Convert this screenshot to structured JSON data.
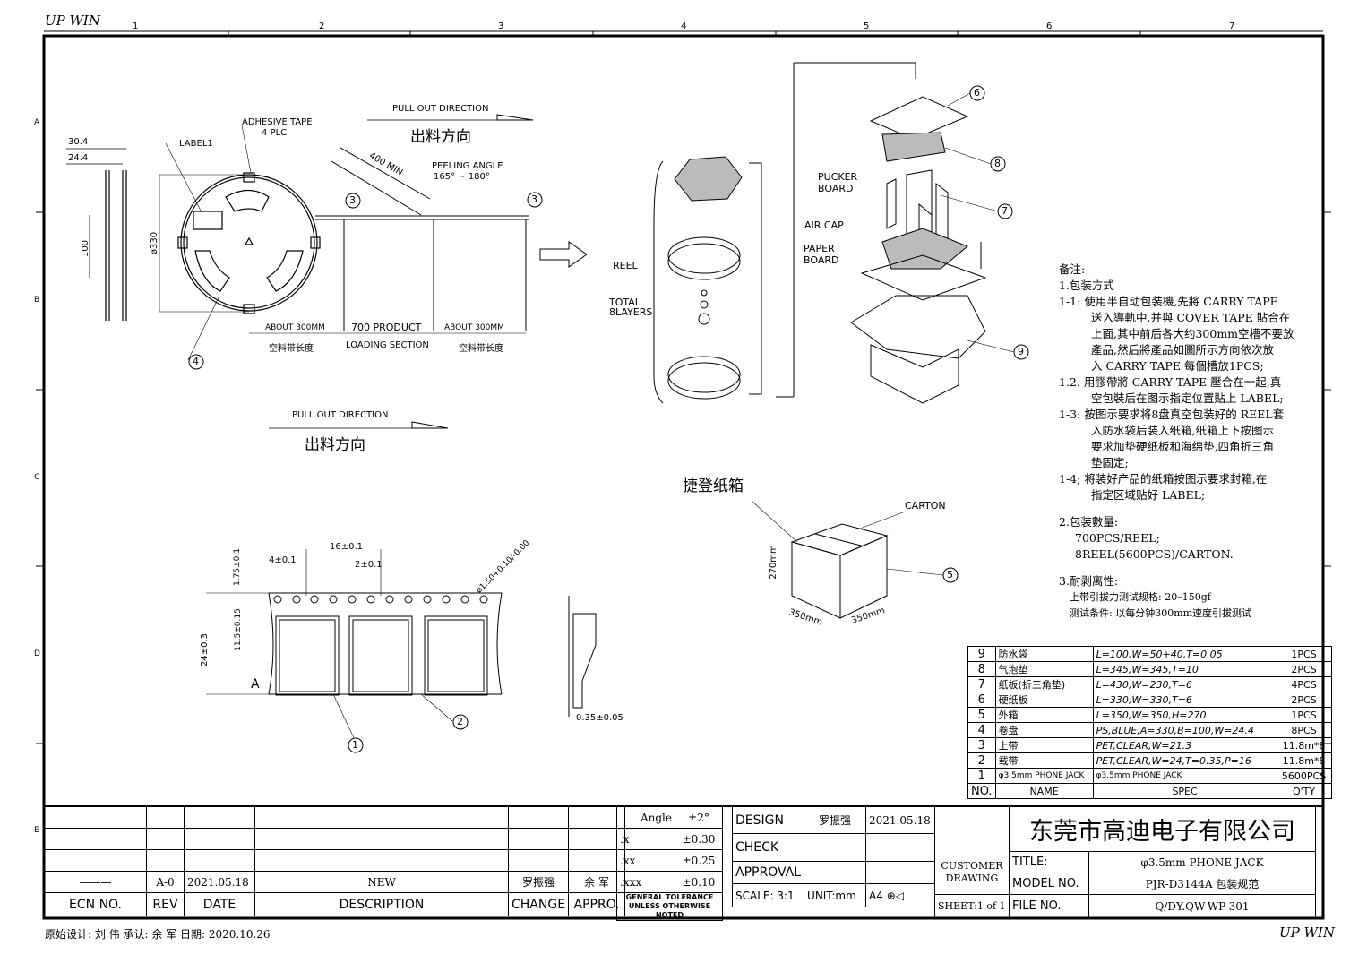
{
  "corner_text": {
    "top_left": "UP WIN",
    "bottom_right": "UP WIN"
  },
  "grid": {
    "columns": [
      "1",
      "2",
      "3",
      "4",
      "5",
      "6",
      "7"
    ],
    "rows": [
      "A",
      "B",
      "C",
      "D",
      "E"
    ]
  },
  "reel": {
    "adhesive_tape": "ADHESIVE TAPE",
    "adhesive_plc": "4 PLC",
    "label1": "LABEL1",
    "dim_30_4": "30.4",
    "dim_24_4": "24.4",
    "dim_100": "100",
    "dim_330": "ø330",
    "pull_out": "PULL OUT DIRECTION",
    "pull_out_cn": "出料方向",
    "peeling": "PEELING ANGLE",
    "peeling_range": "165° ~ 180°",
    "min400": "400 MIN",
    "about300": "ABOUT 300MM",
    "product700": "700 PRODUCT",
    "empty_len": "空料带长度",
    "loading": "LOADING SECTION"
  },
  "callouts": {
    "c1": "1",
    "c2": "2",
    "c3": "3",
    "c4": "4",
    "c5": "5",
    "c6": "6",
    "c7": "7",
    "c8": "8",
    "c9": "9"
  },
  "stack": {
    "reel": "REEL",
    "total": "TOTAL",
    "layers": "8LAYERS",
    "pucker": "PUCKER",
    "board": "BOARD",
    "air_cap": "AIR CAP",
    "paper": "PAPER",
    "paper_board": "BOARD"
  },
  "carton": {
    "title": "捷登纸箱",
    "label": "CARTON",
    "h": "270mm",
    "w1": "350mm",
    "w2": "350mm"
  },
  "tape": {
    "d16": "16±0.1",
    "d4": "4±0.1",
    "d2": "2±0.1",
    "d175": "1.75±0.1",
    "d115": "11.5±0.15",
    "d24": "24±0.3",
    "dhole": "ø1.50+0.10/-0.00",
    "sec_a": "A",
    "thick": "0.35±0.05"
  },
  "notes": [
    "备注:",
    "1.包装方式",
    "1-1: 使用半自动包装機,先將 CARRY TAPE",
    "      送入導軌中,并與 COVER TAPE 貼合在",
    "      上面,其中前后各大约300mm空槽不要放",
    "      產品,然后將產品如圖所示方向依次放",
    "      入 CARRY TAPE 每個槽放1PCS;",
    "1.2. 用膠帶將 CARRY TAPE 壓合在一起,真",
    "      空包裝后在图示指定位置貼上 LABEL;",
    "1-3: 按图示要求将8盘真空包装好的 REEL套",
    "      入防水袋后装入纸箱,纸箱上下按图示",
    "      要求加垫硬纸板和海绵垫,四角折三角",
    "      垫固定;",
    "1-4; 将装好产品的纸箱按图示要求封箱,在",
    "      指定区域贴好 LABEL;",
    "",
    "2.包装數量:",
    "   700PCS/REEL;",
    "   8REEL(5600PCS)/CARTON.",
    "",
    "3.耐剥离性:",
    "  上带引拔力测试规格: 20–150gf",
    "  测试条件: 以每分钟300mm速度引拔测试"
  ],
  "bom": [
    {
      "no": "9",
      "name": "防水袋",
      "spec": "L=100,W=50+40,T=0.05",
      "qty": "1PCS"
    },
    {
      "no": "8",
      "name": "气泡垫",
      "spec": "L=345,W=345,T=10",
      "qty": "2PCS"
    },
    {
      "no": "7",
      "name": "纸板(折三角垫)",
      "spec": "L=430,W=230,T=6",
      "qty": "4PCS"
    },
    {
      "no": "6",
      "name": "硬纸板",
      "spec": "L=330,W=330,T=6",
      "qty": "2PCS"
    },
    {
      "no": "5",
      "name": "外箱",
      "spec": "L=350,W=350,H=270",
      "qty": "1PCS"
    },
    {
      "no": "4",
      "name": "卷盘",
      "spec": "PS,BLUE,A=330,B=100,W=24.4",
      "qty": "8PCS"
    },
    {
      "no": "3",
      "name": "上带",
      "spec": "PET,CLEAR,W=21.3",
      "qty": "11.8m*8"
    },
    {
      "no": "2",
      "name": "载带",
      "spec": "PET,CLEAR,W=24,T=0.35,P=16",
      "qty": "11.8m*8"
    },
    {
      "no": "1",
      "name": "φ3.5mm PHONE JACK",
      "spec": "φ3.5mm PHONE JACK",
      "qty": "5600PCS"
    }
  ],
  "bom_header": {
    "no": "NO.",
    "name": "NAME",
    "spec": "SPEC",
    "qty": "Q'TY"
  },
  "revision": {
    "rev": "A-0",
    "date": "2021.05.18",
    "desc": "NEW",
    "change_by": "罗振强",
    "appro_by": "余 军"
  },
  "rev_header": {
    "ecn": "ECN NO.",
    "rev": "REV",
    "date": "DATE",
    "desc": "DESCRIPTION",
    "change": "CHANGE",
    "appro": "APPRO."
  },
  "tolerance": {
    "angle": "Angle",
    "angle_v": "±2°",
    "x": ".x",
    "x_v": "±0.30",
    "xx": ".xx",
    "xx_v": "±0.25",
    "xxx": ".xxx",
    "xxx_v": "±0.10",
    "general": "GENERAL TOLERANCE",
    "unless": "UNLESS OTHERWISE NOTED"
  },
  "approval": {
    "design": "DESIGN",
    "designer": "罗振强",
    "date": "2021.05.18",
    "check": "CHECK",
    "approval": "APPROVAL"
  },
  "title_block": {
    "company": "东莞市高迪电子有限公司",
    "customer": "CUSTOMER",
    "drawing": "DRAWING",
    "title_label": "TITLE:",
    "title": "φ3.5mm PHONE JACK",
    "model_label": "MODEL NO.",
    "model": "PJR-D3144A 包装规范",
    "sheet": "SHEET:1 of 1",
    "file_label": "FILE NO.",
    "file": "Q/DY.QW-WP-301",
    "scale": "SCALE: 3:1",
    "unit": "UNIT:mm",
    "paper": "A4"
  },
  "footer": "原始设计: 刘 伟    承认: 余 军    日期: 2020.10.26"
}
